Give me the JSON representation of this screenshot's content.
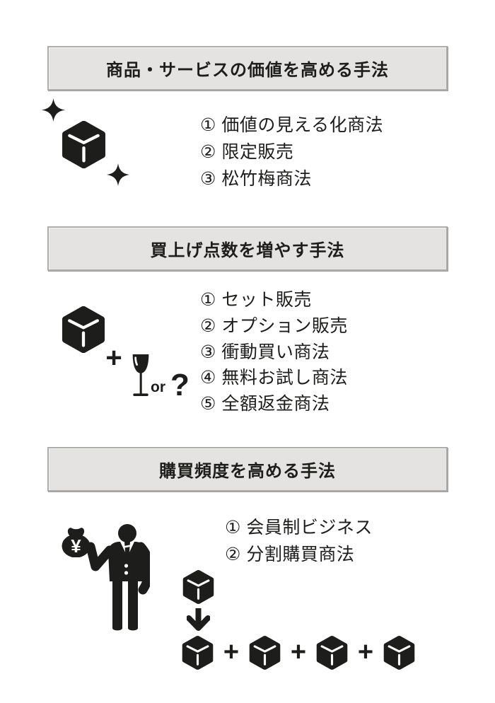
{
  "colors": {
    "background": "#ffffff",
    "ink": "#1d1d1b",
    "header_bg": "#e4e3e1",
    "header_border": "#aeadab"
  },
  "symbols": {
    "plus": "+",
    "or": "or",
    "question": "?",
    "yen": "¥"
  },
  "icons": {
    "sparkle": "four-point-sparkle",
    "cube": "product-cube",
    "wine_glass": "wine-glass",
    "money_bag": "money-bag-with-yen",
    "businessman": "businessman-presenting",
    "down_arrow": "down-arrow"
  },
  "sections": [
    {
      "header": "商品・サービスの価値を高める手法",
      "items": [
        "① 価値の見える化商法",
        "② 限定販売",
        "③ 松竹梅商法"
      ]
    },
    {
      "header": "買上げ点数を増やす手法",
      "items": [
        "① セット販売",
        "② オプション販売",
        "③ 衝動買い商法",
        "④ 無料お試し商法",
        "⑤ 全額返金商法"
      ]
    },
    {
      "header": "購買頻度を高める手法",
      "items": [
        "① 会員制ビジネス",
        "② 分割購買商法"
      ]
    }
  ]
}
